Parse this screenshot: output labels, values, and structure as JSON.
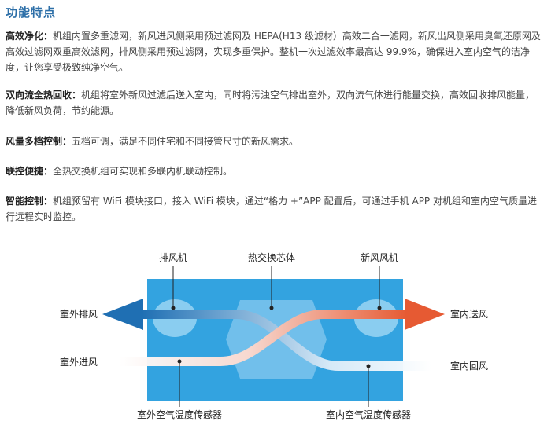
{
  "title": "功能特点",
  "features": [
    {
      "label": "高效净化：",
      "text": "机组内置多重滤网，新风进风侧采用预过滤网及 HEPA(H13 级滤材）高效二合一滤网，新风出风侧采用臭氧还原网及高效过滤网双重高效滤网，排风侧采用预过滤网，实现多重保护。整机一次过滤效率最高达 99.9%，确保进入室内空气的洁净度，让您享受极致纯净空气。"
    },
    {
      "label": "双向流全热回收：",
      "text": "机组将室外新风过滤后送入室内，同时将污浊空气排出室外，双向流气体进行能量交换，高效回收排风能量，降低新风负荷，节约能源。"
    },
    {
      "label": "风量多档控制：",
      "text": "五档可调，满足不同住宅和不同接管尺寸的新风需求。"
    },
    {
      "label": "联控便捷：",
      "text": "全热交换机组可实现和多联内机联动控制。"
    },
    {
      "label": "智能控制：",
      "text": "机组预留有 WiFi 模块接口，接入 WiFi 模块，通过“格力 +”APP 配置后，可通过手机 APP 对机组和室内空气质量进行远程实时监控。"
    }
  ],
  "diagram": {
    "exhaust_fan": "排风机",
    "heat_exchanger_core": "热交换芯体",
    "fresh_air_fan": "新风风机",
    "outdoor_exhaust": "室外排风",
    "outdoor_intake": "室外进风",
    "indoor_supply": "室内送风",
    "indoor_return": "室内回风",
    "outdoor_sensor": "室外空气温度传感器",
    "indoor_sensor": "室内空气温度传感器"
  },
  "colors": {
    "title": "#2d6fa8",
    "unit_body": "#33a3e0",
    "cold_air": "#1f6fb3",
    "warm_air": "#e65a33"
  }
}
